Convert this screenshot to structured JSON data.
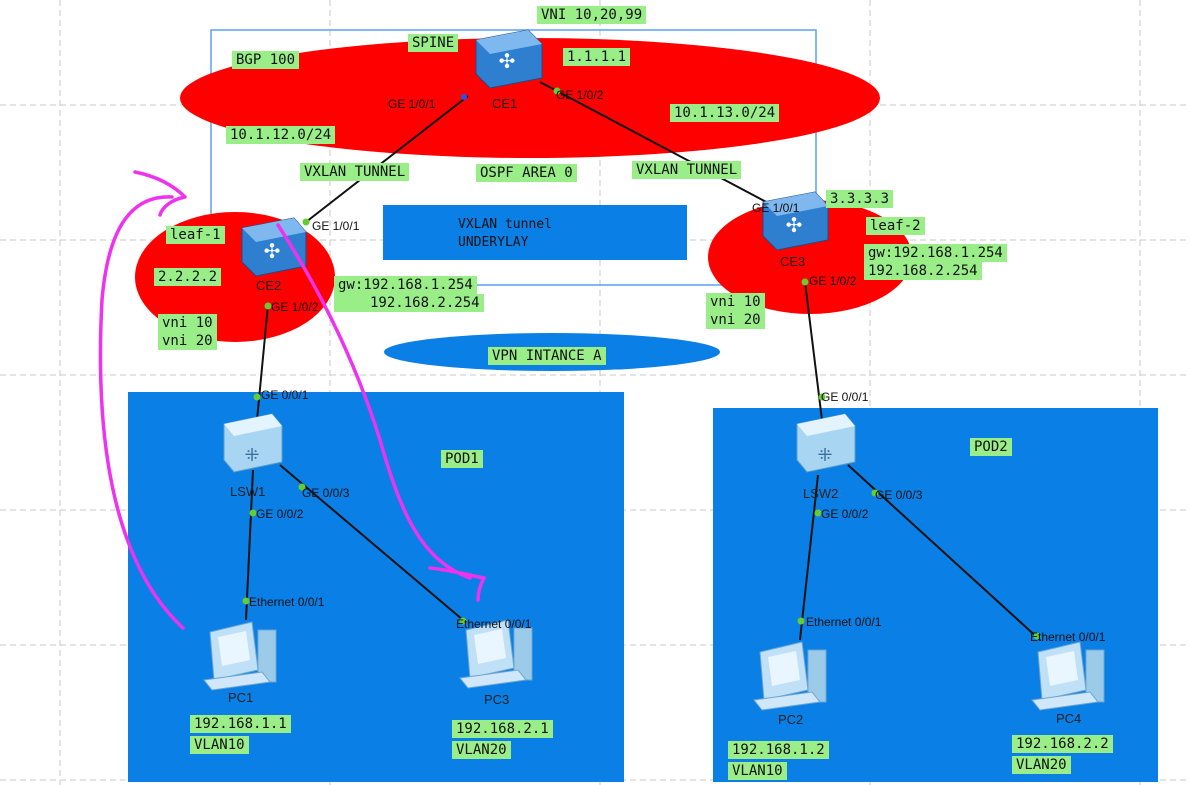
{
  "spine": {
    "label": "SPINE",
    "vni": "VNI 10,20,99",
    "loopback": "1.1.1.1",
    "bgp": "BGP 100",
    "name": "CE1",
    "port_left": "GE 1/0/1",
    "port_right": "GE 1/0/2"
  },
  "links": {
    "left_subnet": "10.1.12.0/24",
    "right_subnet": "10.1.13.0/24",
    "left_tunnel": "VXLAN TUNNEL",
    "right_tunnel": "VXLAN TUNNEL",
    "ospf": "OSPF AREA 0"
  },
  "underlay": {
    "line1": "VXLAN tunnel",
    "line2": "UNDERYLAY"
  },
  "vpn": {
    "label": "VPN INTANCE A"
  },
  "leaf1": {
    "label": "leaf-1",
    "loopback": "2.2.2.2",
    "name": "CE2",
    "port_up": "GE 1/0/1",
    "port_down": "GE 1/0/2",
    "gw1": "gw:192.168.1.254",
    "gw2": "192.168.2.254",
    "vni1": "vni 10",
    "vni2": "vni 20"
  },
  "leaf2": {
    "label": "leaf-2",
    "loopback": "3.3.3.3",
    "name": "CE3",
    "port_up": "GE 1/0/1",
    "port_down": "GE 1/0/2",
    "gw1": "gw:192.168.1.254",
    "gw2": "192.168.2.254",
    "vni1": "vni 10",
    "vni2": "vni 20"
  },
  "pod1": {
    "label": "POD1",
    "switch": "LSW1",
    "up": "GE 0/0/1",
    "down1": "GE 0/0/2",
    "down2": "GE 0/0/3"
  },
  "pod2": {
    "label": "POD2",
    "switch": "LSW2",
    "up": "GE 0/0/1",
    "down1": "GE 0/0/2",
    "down2": "GE 0/0/3"
  },
  "hosts": [
    {
      "name": "PC1",
      "port": "Ethernet 0/0/1",
      "ip": "192.168.1.1",
      "vlan": "VLAN10"
    },
    {
      "name": "PC3",
      "port": "Ethernet 0/0/1",
      "ip": "192.168.2.1",
      "vlan": "VLAN20"
    },
    {
      "name": "PC2",
      "port": "Ethernet 0/0/1",
      "ip": "192.168.1.2",
      "vlan": "VLAN10"
    },
    {
      "name": "PC4",
      "port": "Ethernet 0/0/1",
      "ip": "192.168.2.2",
      "vlan": "VLAN20"
    }
  ],
  "colors": {
    "zone_red": "#ff0000",
    "pod_blue": "#0a7fe6",
    "label_green": "#99ee88",
    "annotation": "#ee33ee",
    "link": "#111111",
    "port_dot": "#66cc33"
  }
}
